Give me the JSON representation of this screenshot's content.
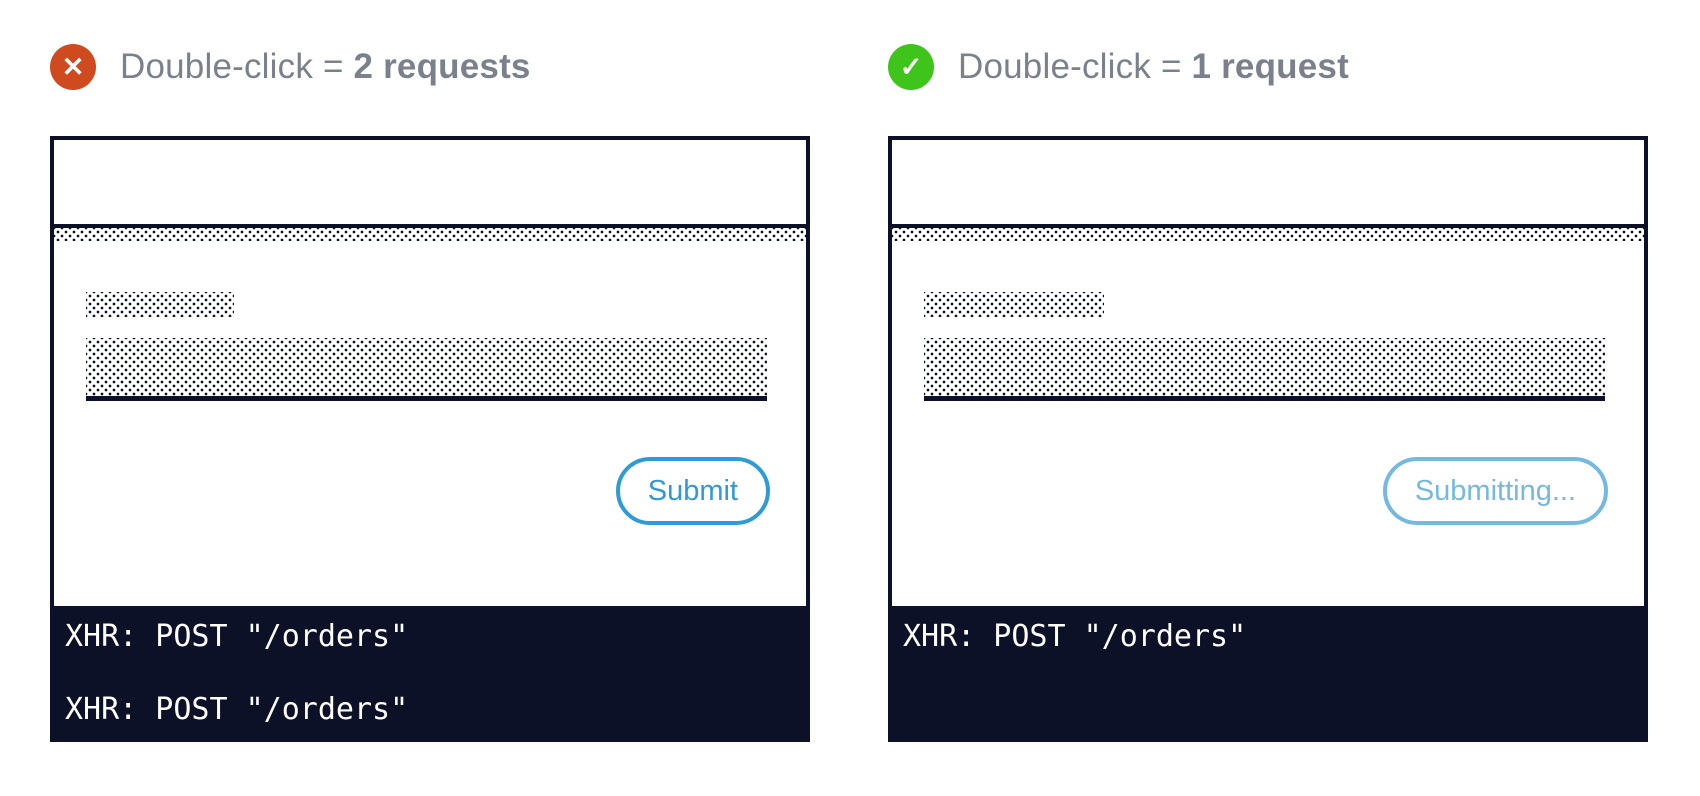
{
  "colors": {
    "navy": "#0d1128",
    "gray": "#7b818c",
    "red": "#cf4a1e",
    "green": "#3fc41c",
    "blue": "#2e9bd6",
    "light_blue": "#74b9e2",
    "console_text": "#ffffff"
  },
  "panels": [
    {
      "icon": "x-circle-icon",
      "icon_glyph": "✕",
      "title_regular": "Double-click = ",
      "title_bold": "2 requests",
      "button_label": "Submit",
      "console_lines": [
        "XHR: POST \"/orders\"",
        "XHR: POST \"/orders\""
      ]
    },
    {
      "icon": "check-circle-icon",
      "icon_glyph": "✓",
      "title_regular": "Double-click = ",
      "title_bold": "1 request",
      "button_label": "Submitting...",
      "console_lines": [
        "XHR: POST \"/orders\""
      ]
    }
  ]
}
